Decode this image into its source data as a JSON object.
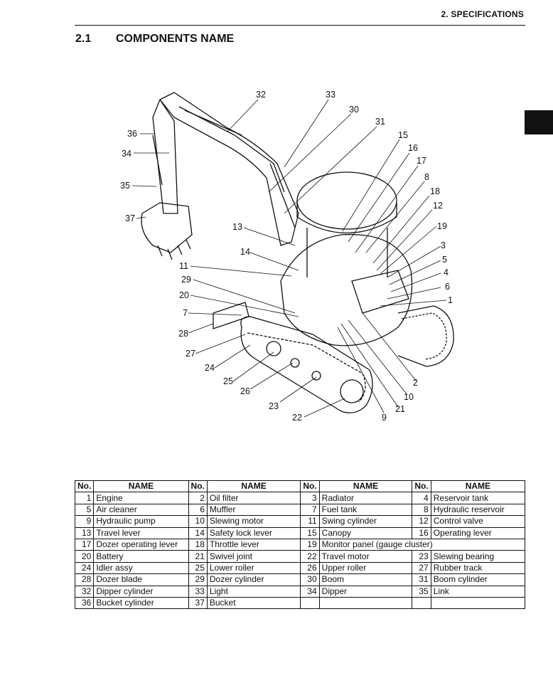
{
  "header": {
    "section": "2. SPECIFICATIONS"
  },
  "section": {
    "number": "2.1",
    "title": "COMPONENTS NAME"
  },
  "diagram": {
    "callouts": [
      "32",
      "33",
      "30",
      "31",
      "36",
      "34",
      "35",
      "37",
      "15",
      "16",
      "17",
      "8",
      "18",
      "12",
      "13",
      "14",
      "19",
      "3",
      "5",
      "4",
      "6",
      "1",
      "11",
      "29",
      "20",
      "7",
      "28",
      "27",
      "24",
      "25",
      "26",
      "23",
      "22",
      "9",
      "21",
      "10",
      "2"
    ]
  },
  "table": {
    "headers": [
      "No.",
      "NAME",
      "No.",
      "NAME",
      "No.",
      "NAME",
      "No.",
      "NAME"
    ],
    "rows": [
      [
        [
          "1",
          "Engine"
        ],
        [
          "2",
          "Oil filter"
        ],
        [
          "3",
          "Radiator"
        ],
        [
          "4",
          "Reservoir tank"
        ]
      ],
      [
        [
          "5",
          "Air cleaner"
        ],
        [
          "6",
          "Muffler"
        ],
        [
          "7",
          "Fuel tank"
        ],
        [
          "8",
          "Hydraulic reservoir"
        ]
      ],
      [
        [
          "9",
          "Hydraulic pump"
        ],
        [
          "10",
          "Slewing motor"
        ],
        [
          "11",
          "Swing cylinder"
        ],
        [
          "12",
          "Control valve"
        ]
      ],
      [
        [
          "13",
          "Travel lever"
        ],
        [
          "14",
          "Safety lock lever"
        ],
        [
          "15",
          "Canopy"
        ],
        [
          "16",
          "Operating lever"
        ]
      ],
      [
        [
          "17",
          "Dozer operating lever"
        ],
        [
          "18",
          "Throttle lever"
        ],
        [
          "19",
          "Monitor panel (gauge cluster)"
        ]
      ],
      [
        [
          "20",
          "Battery"
        ],
        [
          "21",
          "Swivel joint"
        ],
        [
          "22",
          "Travel motor"
        ],
        [
          "23",
          "Slewing bearing"
        ]
      ],
      [
        [
          "24",
          "Idler assy"
        ],
        [
          "25",
          "Lower roller"
        ],
        [
          "26",
          "Upper roller"
        ],
        [
          "27",
          "Rubber track"
        ]
      ],
      [
        [
          "28",
          "Dozer blade"
        ],
        [
          "29",
          "Dozer cylinder"
        ],
        [
          "30",
          "Boom"
        ],
        [
          "31",
          "Boom cylinder"
        ]
      ],
      [
        [
          "32",
          "Dipper cylinder"
        ],
        [
          "33",
          "Light"
        ],
        [
          "34",
          "Dipper"
        ],
        [
          "35",
          "Link"
        ]
      ],
      [
        [
          "36",
          "Bucket cylinder"
        ],
        [
          "37",
          "Bucket"
        ],
        [
          "",
          ""
        ],
        [
          "",
          ""
        ]
      ]
    ]
  }
}
